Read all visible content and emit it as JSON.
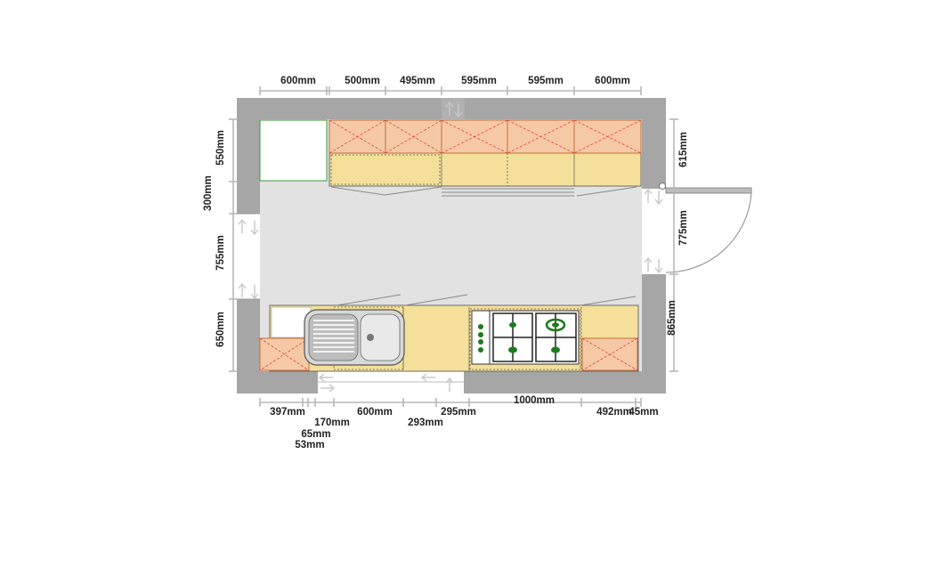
{
  "plan": {
    "top_dimensions": [
      "600mm",
      "500mm",
      "495mm",
      "595mm",
      "595mm",
      "600mm"
    ],
    "left_dimensions": [
      "550mm",
      "300mm",
      "755mm",
      "650mm"
    ],
    "right_dimensions": [
      "615mm",
      "775mm",
      "865mm"
    ],
    "bottom_dimensions": {
      "row1": [
        "397mm",
        "600mm",
        "295mm",
        "492mm",
        "45mm"
      ],
      "row2": [
        "170mm",
        "293mm"
      ],
      "row3": [
        "65mm"
      ],
      "row4": [
        "53mm"
      ],
      "upper": [
        "1000mm"
      ]
    }
  },
  "colors": {
    "wall": "#a6a6a6",
    "floor": "#e2e2e2",
    "wall_unit": "#f6c9a6",
    "base_unit": "#f4e09a",
    "cross": "#e2413a",
    "burner": "#1e7a1e"
  },
  "icons": [
    "sink-icon",
    "hob-icon",
    "door-swing-icon",
    "window-icon"
  ]
}
